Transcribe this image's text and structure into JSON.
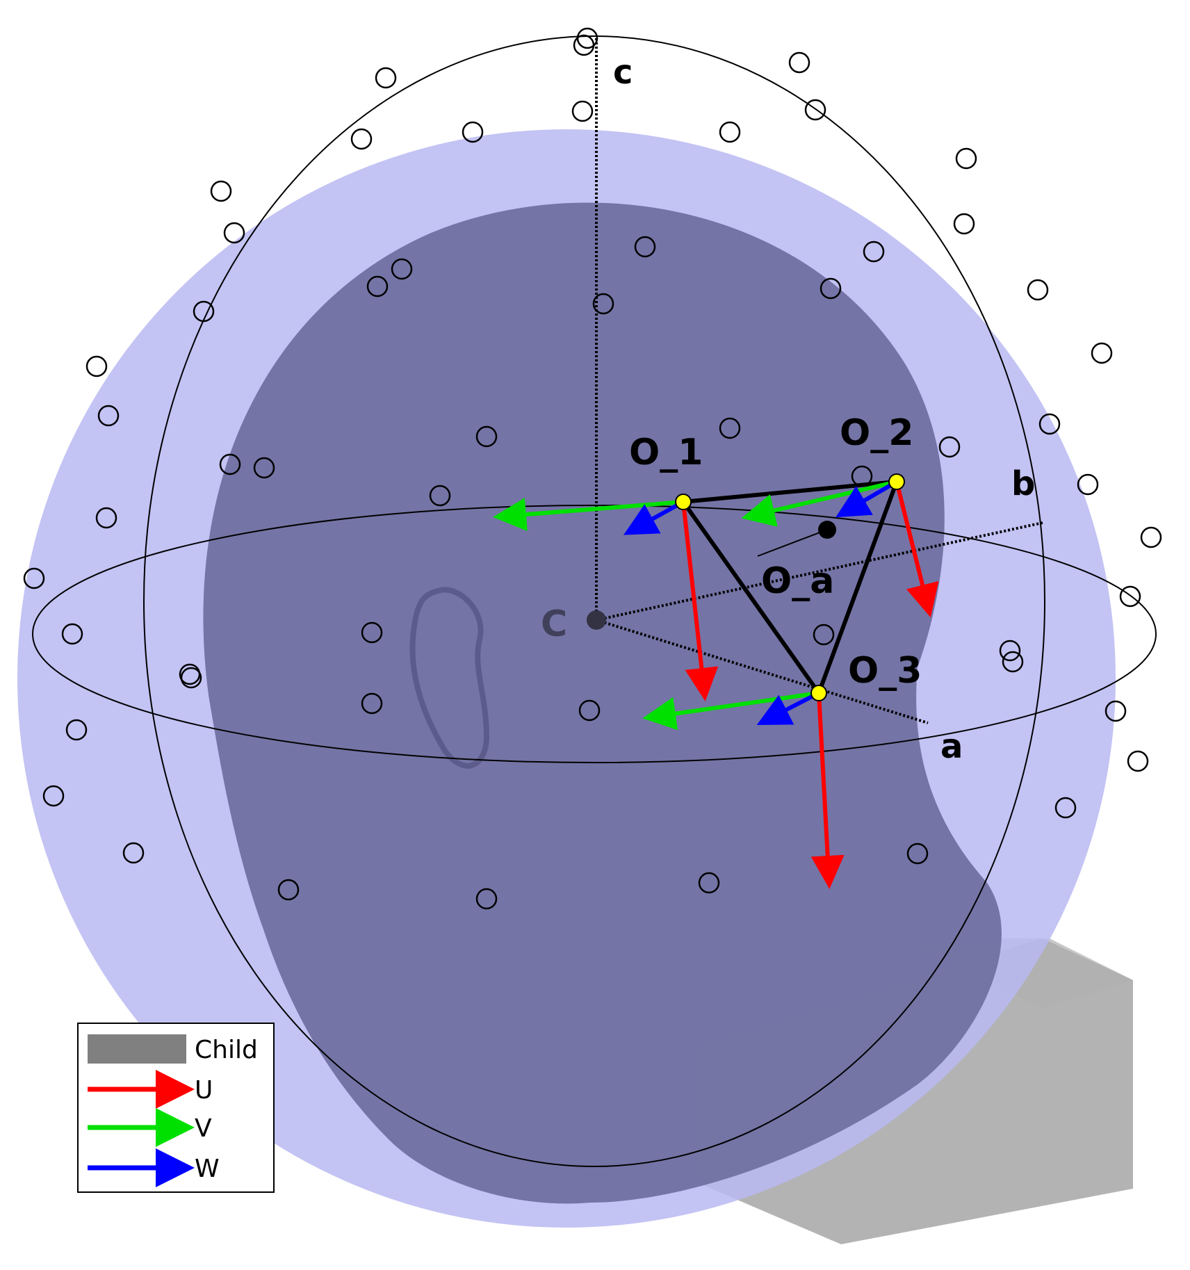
{
  "labels": {
    "o1": "O_1",
    "o2": "O_2",
    "o3": "O_3",
    "oa": "O_a",
    "center": "C",
    "axis_a": "a",
    "axis_b": "b",
    "axis_c": "c"
  },
  "legend": {
    "items": [
      {
        "label": "Child",
        "swatch": "box",
        "color": "#808080"
      },
      {
        "label": "U",
        "swatch": "arrow",
        "color": "#ff0000"
      },
      {
        "label": "V",
        "swatch": "arrow",
        "color": "#00e000"
      },
      {
        "label": "W",
        "swatch": "arrow",
        "color": "#0000ff"
      }
    ]
  },
  "colors": {
    "sphere": "#b4b4f5",
    "head": "#6e6e9e",
    "child_box": "#9a9a9a",
    "u": "#ff0000",
    "v": "#00e000",
    "w": "#0000ff",
    "origin_marker": "#ffff00"
  }
}
